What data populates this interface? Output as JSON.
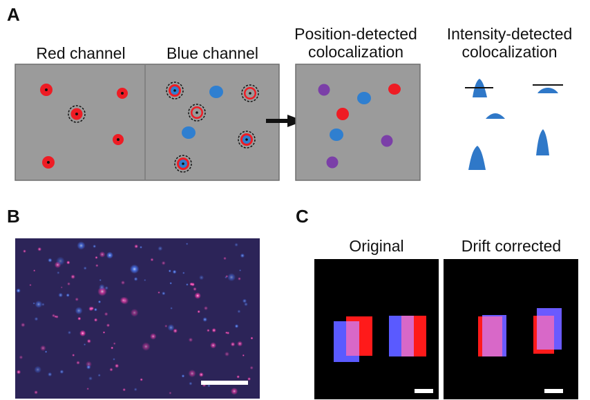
{
  "panels": {
    "a": {
      "letter": "A",
      "red_channel": "Red channel",
      "blue_channel": "Blue channel",
      "position_line1": "Position-detected",
      "position_line2": "colocalization",
      "intensity_line1": "Intensity-detected",
      "intensity_line2": "colocalization"
    },
    "b": {
      "letter": "B"
    },
    "c": {
      "letter": "C",
      "original": "Original",
      "drift_corrected": "Drift corrected"
    }
  },
  "colors": {
    "gray_field": "#9b9b9b",
    "red_spot": "#ee1c24",
    "blue_spot": "#2f7fd0",
    "purple_spot": "#7b3fa8",
    "intensity_blue": "#2f78c8",
    "overlay_red": "#ff1a1a",
    "overlay_blue": "#5a5aff",
    "micrograph_bg": "#2c2458"
  }
}
